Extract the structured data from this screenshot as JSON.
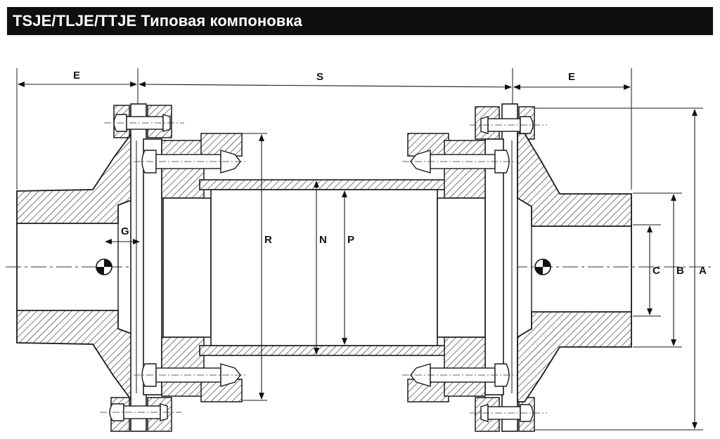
{
  "title": "TSJE/TLJE/TTJE Типовая компоновка",
  "labels": {
    "E_left": "E",
    "S": "S",
    "E_right": "E",
    "G": "G",
    "R": "R",
    "N": "N",
    "P": "P",
    "C": "C",
    "B": "B",
    "A": "A"
  }
}
